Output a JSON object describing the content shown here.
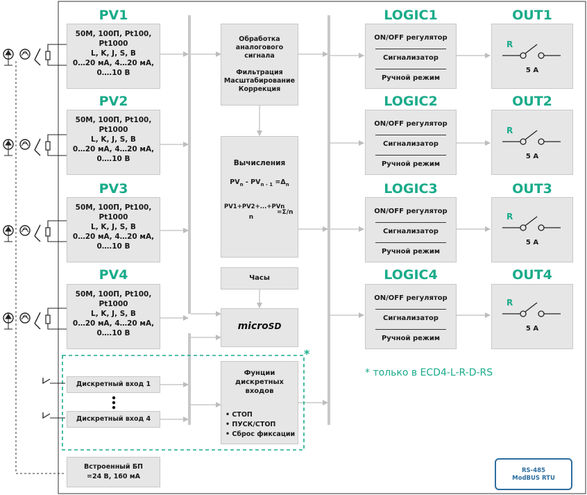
{
  "colors": {
    "accent": "#1aab8a",
    "box_fill": "#e6e6e6",
    "line": "#c8c8c8",
    "rs_border": "#2c6d9e"
  },
  "pv_blocks": [
    {
      "title": "PV1",
      "lines": [
        "50М, 100П, Pt100,",
        "Pt1000",
        "L, K, J, S, B",
        "0…20 мА, 4…20 мА,",
        "0….10 В"
      ]
    },
    {
      "title": "PV2",
      "lines": [
        "50М, 100П, Pt100,",
        "Pt1000",
        "L, K, J, S, B",
        "0…20 мА, 4…20 мА,",
        "0….10 В"
      ]
    },
    {
      "title": "PV3",
      "lines": [
        "50М, 100П, Pt100,",
        "Pt1000",
        "L, K, J, S, B",
        "0…20 мА, 4…20 мА,",
        "0….10 В"
      ]
    },
    {
      "title": "PV4",
      "lines": [
        "50М, 100П, Pt100,",
        "Pt1000",
        "L, K, J, S, B",
        "0…20 мА, 4…20 мА,",
        "0….10 В"
      ]
    }
  ],
  "processing": {
    "lines": [
      "Обработка",
      "аналогового",
      "сигнала",
      "",
      "Фильтрация",
      "Масштабирование",
      "Коррекция"
    ]
  },
  "calc": {
    "title": "Вычисления",
    "formula1_a": "PV",
    "formula1_sub_a": "n",
    "formula1_b": " - PV",
    "formula1_sub_b": "n - 1",
    "formula1_c": " =Δ",
    "formula1_sub_c": "n",
    "formula2_num": "PV1+PV2+...+PVn",
    "formula2_den": "n",
    "formula2_result": "=Σ/n"
  },
  "clock": "Часы",
  "microsd": {
    "word": "micro",
    "sd": "SD"
  },
  "discrete_functions": {
    "lines": [
      "Фунции",
      "дискретных",
      "входов"
    ],
    "items": [
      "• СТОП",
      "• ПУСК/СТОП",
      "• Сброс фиксации"
    ]
  },
  "discrete_inputs": [
    "Дискретный вход 1",
    "Дискретный вход 4"
  ],
  "asterisk": "*",
  "note": "* только в ECD4-L-R-D-RS",
  "psu": [
    "Встроенный БП",
    "=24 В, 160 мА"
  ],
  "rs485": [
    "RS-485",
    "ModBUS RTU"
  ],
  "logic": [
    {
      "title": "LOGIC1",
      "items": [
        "ON/OFF регулятор",
        "Сигнализатор",
        "Ручной режим"
      ]
    },
    {
      "title": "LOGIC2",
      "items": [
        "ON/OFF регулятор",
        "Сигнализатор",
        "Ручной режим"
      ]
    },
    {
      "title": "LOGIC3",
      "items": [
        "ON/OFF регулятор",
        "Сигнализатор",
        "Ручной режим"
      ]
    },
    {
      "title": "LOGIC4",
      "items": [
        "ON/OFF регулятор",
        "Сигнализатор",
        "Ручной режим"
      ]
    }
  ],
  "outputs": [
    {
      "title": "OUT1",
      "relay": "R",
      "rating": "5 А"
    },
    {
      "title": "OUT2",
      "relay": "R",
      "rating": "5 А"
    },
    {
      "title": "OUT3",
      "relay": "R",
      "rating": "5 А"
    },
    {
      "title": "OUT4",
      "relay": "R",
      "rating": "5 А"
    }
  ]
}
